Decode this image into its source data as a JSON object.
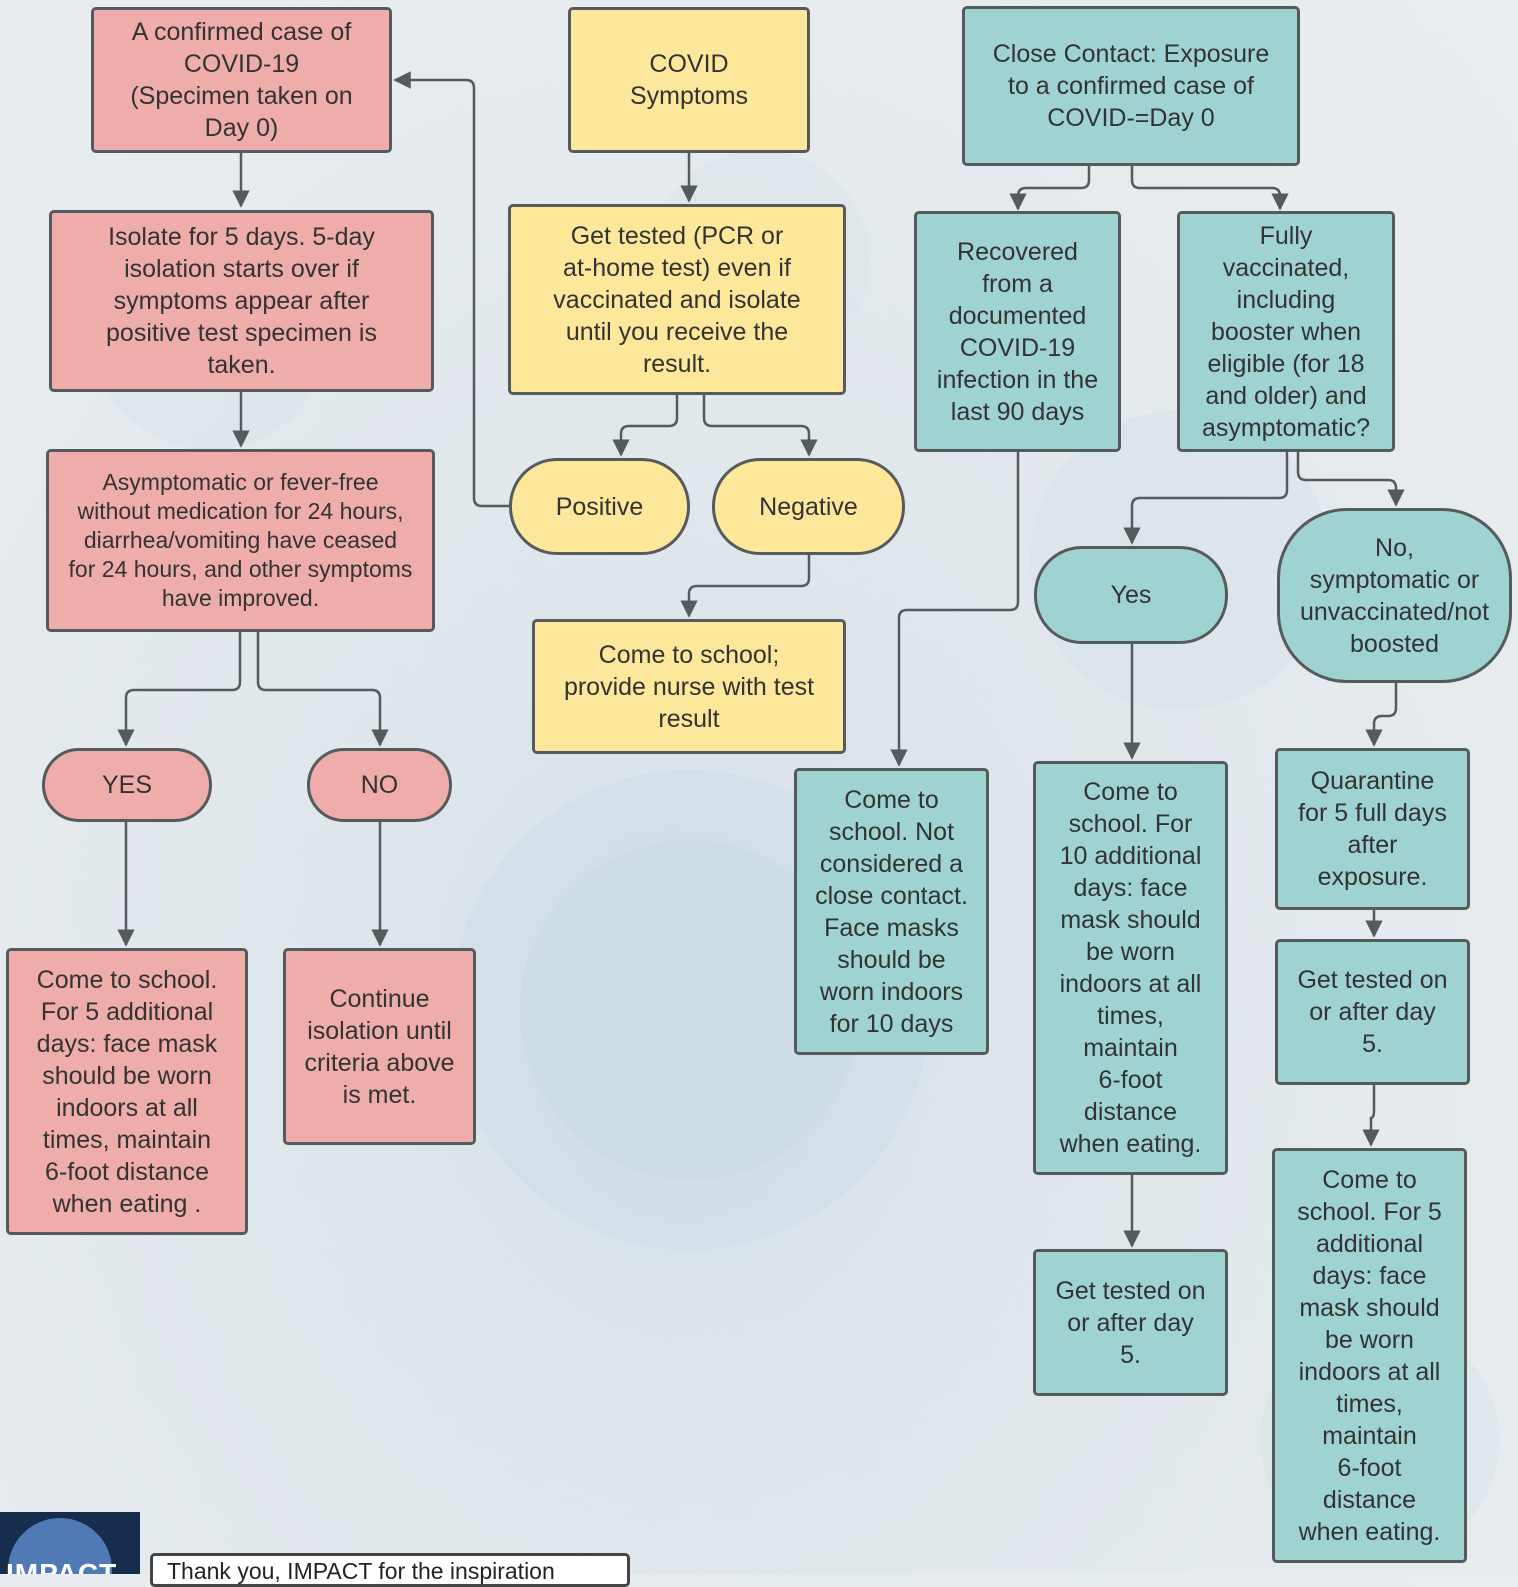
{
  "nodes": {
    "confirmed": "A confirmed case of\nCOVID-19\n(Specimen taken on\nDay 0)",
    "isolate": "Isolate for 5 days. 5-day\nisolation starts over if\nsymptoms appear after\npositive test specimen is\ntaken.",
    "criteria": "Asymptomatic or fever-free\nwithout medication for 24 hours,\ndiarrhea/vomiting have ceased\nfor 24 hours, and other symptoms\nhave improved.",
    "yes_red": "YES",
    "no_red": "NO",
    "come_school_5": "Come to school.\nFor 5 additional\ndays: face mask\nshould be worn\nindoors at all\ntimes, maintain\n6-foot distance\nwhen eating .",
    "continue_isolation": "Continue\nisolation until\ncriteria above\nis met.",
    "covid_symptoms": "COVID\nSymptoms",
    "get_tested": "Get tested (PCR or\nat-home test) even if\nvaccinated and isolate\nuntil you receive the\nresult.",
    "positive": "Positive",
    "negative": "Negative",
    "come_school_result": "Come to school;\nprovide nurse with test\nresult",
    "close_contact": "Close Contact: Exposure\nto a confirmed case of\nCOVID-=Day 0",
    "recovered": "Recovered\nfrom a\ndocumented\nCOVID-19\ninfection in the\nlast 90 days",
    "fully_vaccinated": "Fully\nvaccinated,\nincluding\nbooster when\neligible (for 18\nand older) and\nasymptomatic?",
    "yes_teal": "Yes",
    "no_teal": "No,\nsymptomatic or\nunvaccinated/not\nboosted",
    "not_close_contact": "Come to\nschool. Not\nconsidered a\nclose contact.\nFace masks\nshould be\nworn indoors\nfor 10 days",
    "come_school_10": "Come to\nschool. For\n10 additional\ndays: face\nmask should\nbe worn\nindoors at all\ntimes,\nmaintain\n6-foot\ndistance\nwhen eating.",
    "quarantine": "Quarantine\nfor 5 full days\nafter\nexposure.",
    "tested_day5_a": "Get tested on\nor after day\n5.",
    "tested_day5_b": "Get tested on\nor after day\n5.",
    "come_school_5b": "Come to\nschool. For 5\nadditional\ndays: face\nmask should\nbe worn\nindoors at all\ntimes,\nmaintain\n6-foot\ndistance\nwhen eating."
  },
  "footer": {
    "logo_text": "IMPACT",
    "thanks": "Thank you, IMPACT for the inspiration"
  },
  "colors": {
    "red_fill": "#eeadab",
    "yellow_fill": "#fce79b",
    "teal_fill": "#9fd3d1",
    "border": "#555a5c",
    "connector": "#555a5c"
  }
}
